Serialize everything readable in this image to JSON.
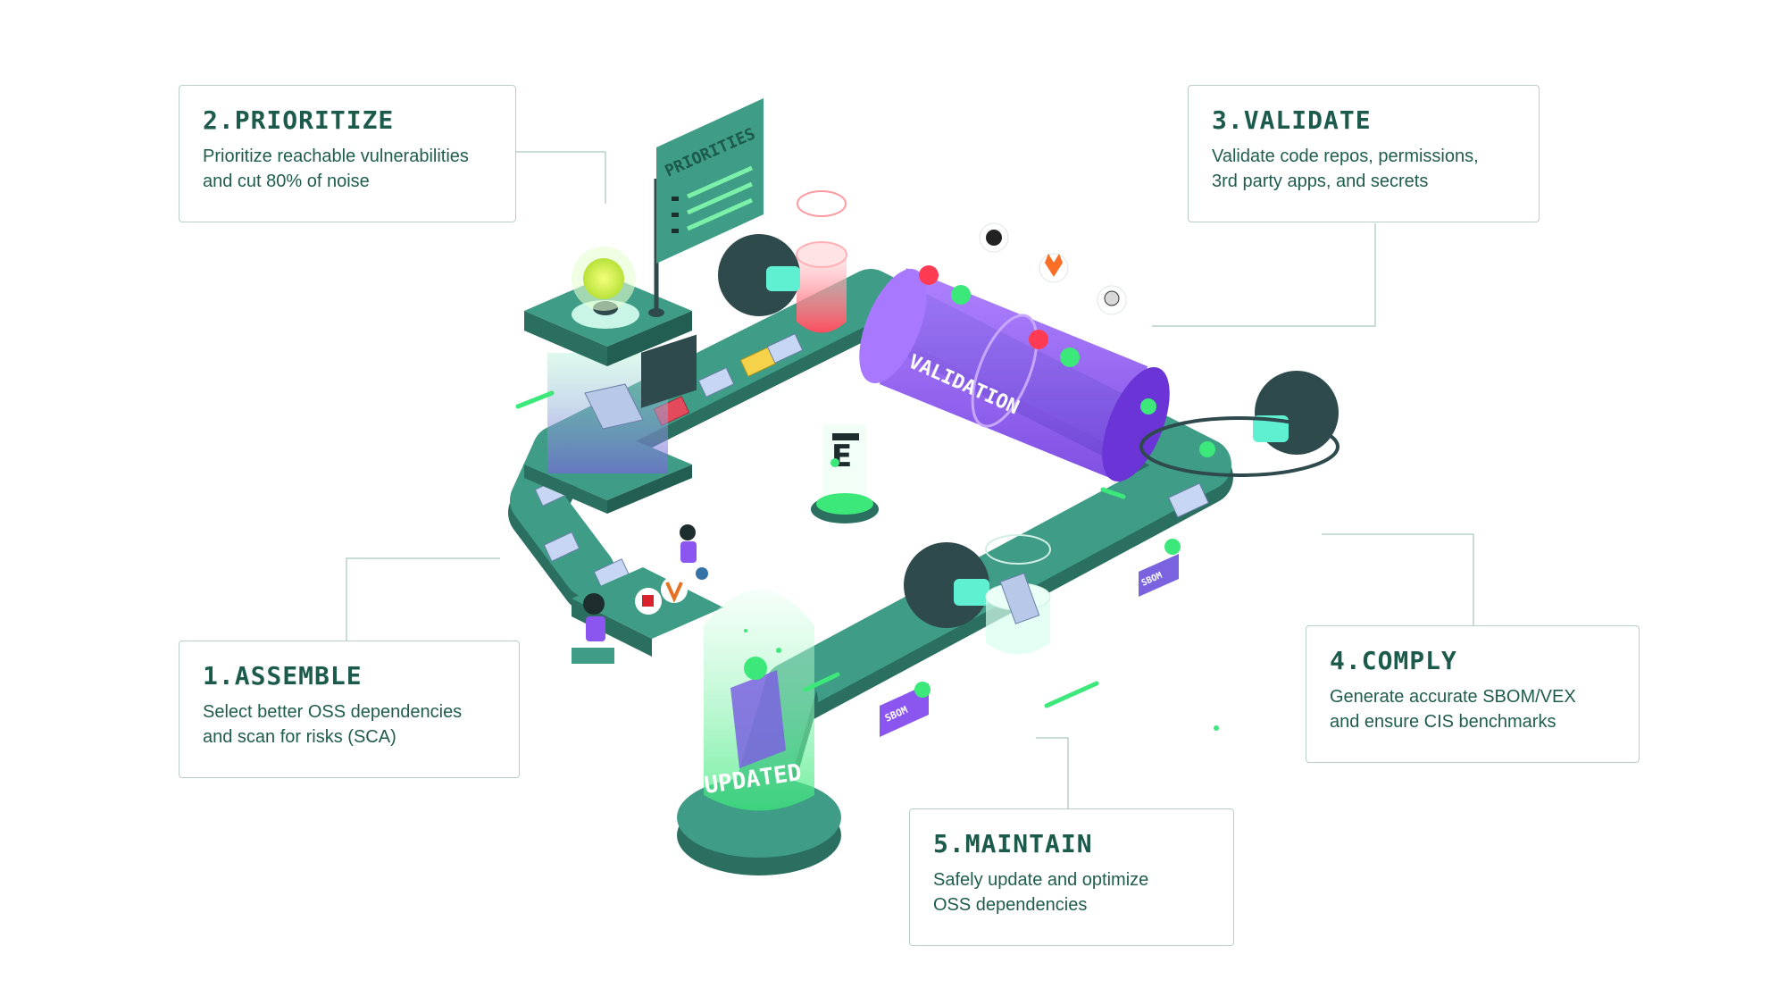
{
  "steps": {
    "assemble": {
      "title": "1.ASSEMBLE",
      "description": "Select better OSS dependencies\nand scan for risks (SCA)"
    },
    "prioritize": {
      "title": "2.PRIORITIZE",
      "description": "Prioritize reachable vulnerabilities\nand cut 80% of noise"
    },
    "validate": {
      "title": "3.VALIDATE",
      "description": "Validate code repos, permissions,\n3rd party apps, and secrets"
    },
    "comply": {
      "title": "4.COMPLY",
      "description": "Generate accurate SBOM/VEX\nand ensure CIS benchmarks"
    },
    "maintain": {
      "title": "5.MAINTAIN",
      "description": "Safely update and optimize\n OSS dependencies"
    }
  },
  "illustration": {
    "flag_text": "PRIORITIES",
    "tube_text": "VALIDATION",
    "dome_text": "UPDATED",
    "badge_text": "SBOM",
    "logo_letter": "E"
  },
  "colors": {
    "track": "#3f9c86",
    "track_dark": "#2a6f60",
    "text_dark": "#1c5a4c",
    "card_border": "#b8d0c8",
    "purple": "#8b55f0",
    "neon_green": "#3ce87a",
    "helmet": "#2f4a4c",
    "visor": "#5ff0d2"
  }
}
